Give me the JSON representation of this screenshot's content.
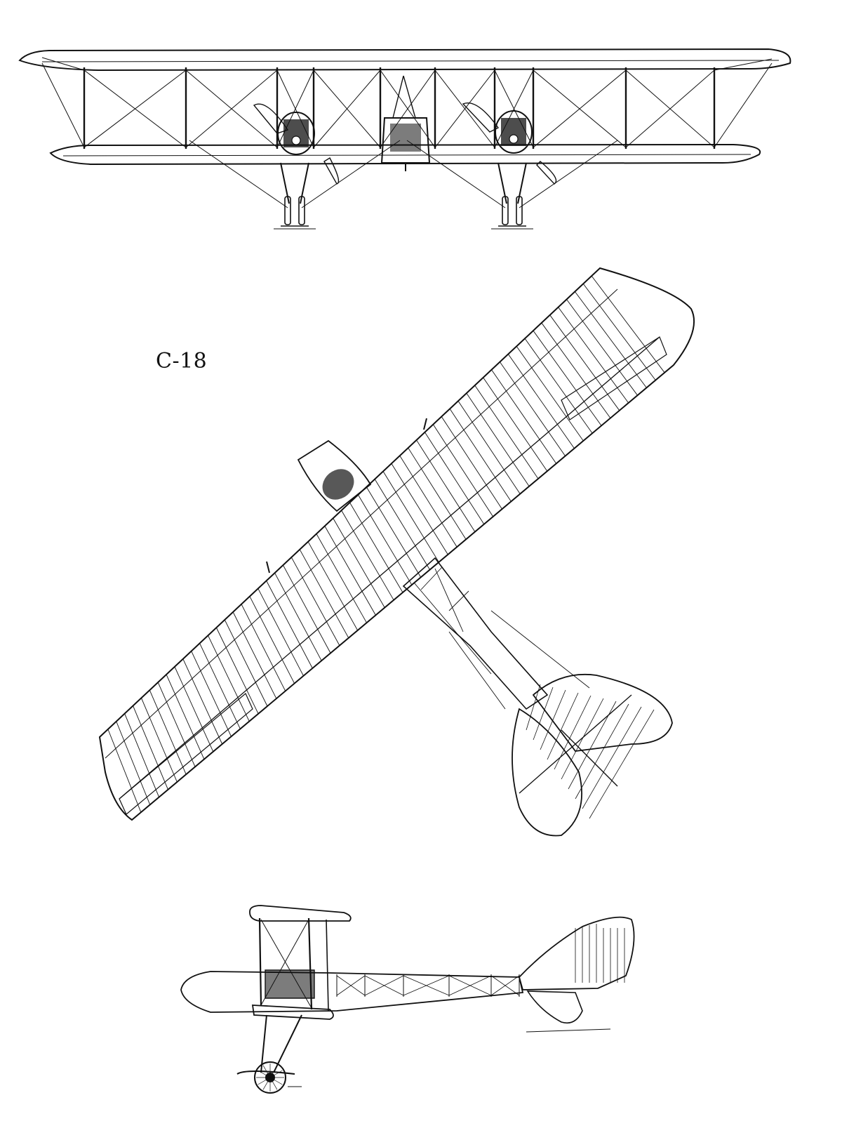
{
  "diagram": {
    "label": "C-18",
    "views": [
      {
        "name": "front-view"
      },
      {
        "name": "top-view"
      },
      {
        "name": "side-view"
      }
    ]
  },
  "colors": {
    "ink": "#111111",
    "paper": "#ffffff"
  }
}
